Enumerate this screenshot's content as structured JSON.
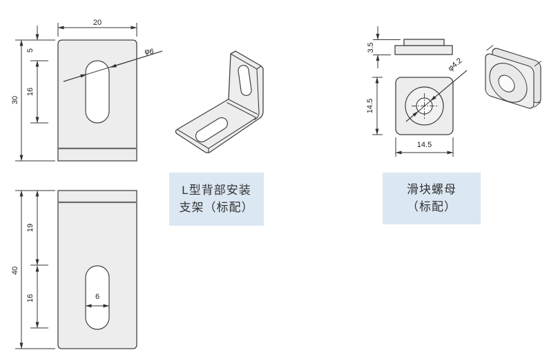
{
  "bracket": {
    "top_view": {
      "width": "20",
      "height": "30",
      "top_offset": "5",
      "slot_length": "16",
      "hole_dia": "φ6"
    },
    "bottom_view": {
      "height": "40",
      "top_offset": "19",
      "slot_length": "16",
      "slot_width": "6"
    },
    "label_line1": "L型背部安装",
    "label_line2": "支架（标配）"
  },
  "nut": {
    "side_view": {
      "height": "3.5"
    },
    "front_view": {
      "height": "14.5",
      "width": "14.5",
      "hole_dia": "φ4.2"
    },
    "label_line1": "滑块螺母",
    "label_line2": "（标配）"
  },
  "colors": {
    "part_fill": "#ededed",
    "outline": "#3f3f3f",
    "dimension": "#333333",
    "label_bg": "#dbe7f2",
    "label_text": "#333333",
    "background": "#ffffff"
  }
}
